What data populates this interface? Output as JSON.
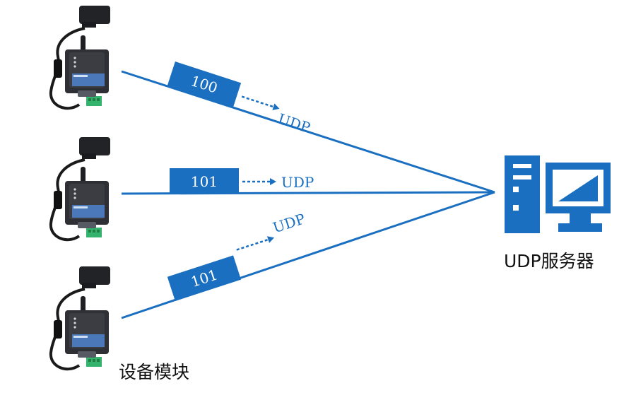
{
  "colors": {
    "accent": "#1a6fc1",
    "device_body": "#2f3035",
    "device_face": "#4a78b8",
    "terminal": "#33b36b"
  },
  "server_label": "UDP服务器",
  "device_label": "设备模块",
  "connections": [
    {
      "packet_label": "100",
      "protocol": "UDP"
    },
    {
      "packet_label": "101",
      "protocol": "UDP"
    },
    {
      "packet_label": "101",
      "protocol": "UDP"
    }
  ],
  "icons": {
    "device": "gateway-device-icon",
    "server": "server-computer-icon"
  }
}
